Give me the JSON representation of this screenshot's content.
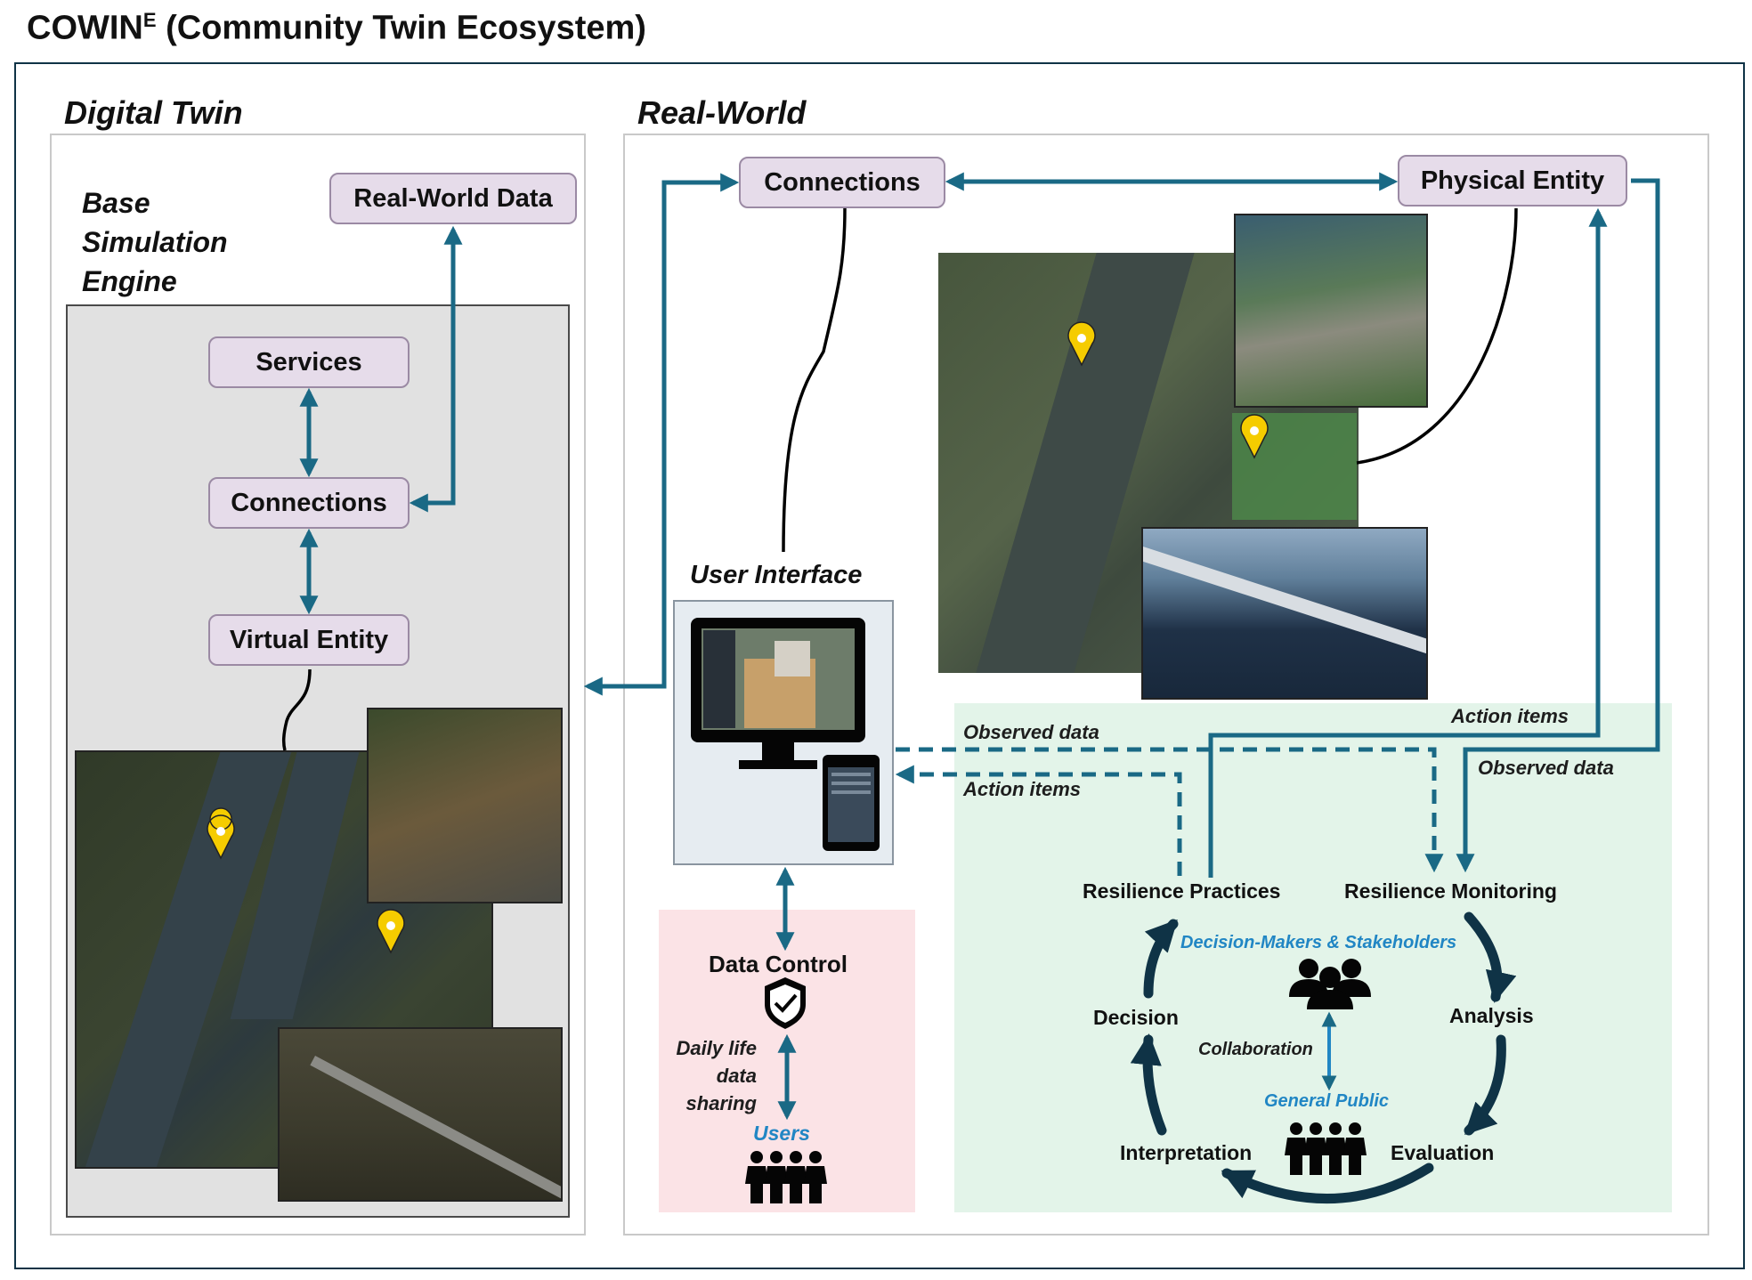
{
  "title": {
    "main": "COWIN",
    "sup": "E",
    "rest": " (Community Twin Ecosystem)"
  },
  "digital_twin": {
    "heading": "Digital Twin",
    "engine_title": [
      "Base",
      "Simulation",
      "Engine"
    ],
    "real_world_data": "Real-World Data",
    "services": "Services",
    "connections": "Connections",
    "virtual_entity": "Virtual Entity"
  },
  "real_world": {
    "heading": "Real-World",
    "connections": "Connections",
    "physical_entity": "Physical Entity",
    "user_interface": "User Interface",
    "data_control": "Data Control",
    "daily_life": [
      "Daily life",
      "data",
      "sharing"
    ],
    "users": "Users"
  },
  "flows": {
    "observed_data_left": "Observed data",
    "action_items_left": "Action items",
    "action_items_right": "Action items",
    "observed_data_right": "Observed data"
  },
  "cycle": {
    "resilience_practices": "Resilience Practices",
    "resilience_monitoring": "Resilience Monitoring",
    "decision_makers": "Decision-Makers & Stakeholders",
    "decision": "Decision",
    "analysis": "Analysis",
    "collaboration": "Collaboration",
    "general_public": "General Public",
    "interpretation": "Interpretation",
    "evaluation": "Evaluation"
  },
  "colors": {
    "arrow": "#1a6985",
    "node_fill": "#e6dcea",
    "engine_bg": "#e1e1e1",
    "users_bg": "#fbe3e6",
    "cycle_bg": "#e3f4e9",
    "ui_bg": "#e6ecf1",
    "cycle_ring": "#0f3346",
    "accent_blue": "#2186c4",
    "pin": "#f5cc00"
  },
  "icons": [
    "map-pin-icon",
    "monitor-icon",
    "tablet-icon",
    "shield-check-icon",
    "people-group-icon",
    "people-row-icon"
  ]
}
